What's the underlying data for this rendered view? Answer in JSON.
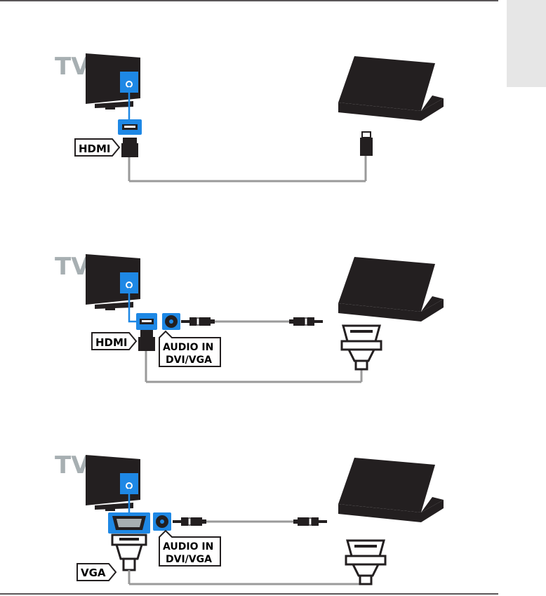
{
  "colors": {
    "tv_logo": "#a7afb2",
    "device_black": "#231f20",
    "port_blue": "#1e88e5",
    "cable_gray": "#9a9a9a",
    "tab_gray": "#e6e6e6"
  },
  "diagrams": [
    {
      "tv_label": "TV",
      "connector_label": "HDMI"
    },
    {
      "tv_label": "TV",
      "connector_label": "HDMI",
      "audio_label_line1": "AUDIO IN",
      "audio_label_line2": "DVI/VGA"
    },
    {
      "tv_label": "TV",
      "connector_label": "VGA",
      "audio_label_line1": "AUDIO IN",
      "audio_label_line2": "DVI/VGA"
    }
  ]
}
